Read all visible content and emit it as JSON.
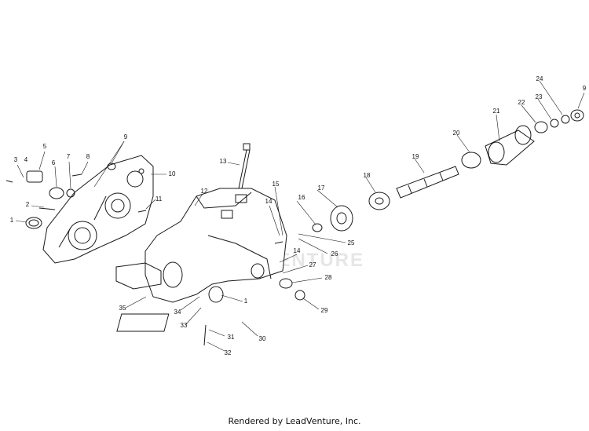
{
  "footer": "Rendered by LeadVenture, Inc.",
  "watermark": "LEADVENTURE",
  "callouts": [
    {
      "label": "1"
    },
    {
      "label": "2"
    },
    {
      "label": "3"
    },
    {
      "label": "4"
    },
    {
      "label": "5"
    },
    {
      "label": "6"
    },
    {
      "label": "7"
    },
    {
      "label": "8"
    },
    {
      "label": "9"
    },
    {
      "label": "9"
    },
    {
      "label": "10"
    },
    {
      "label": "11"
    },
    {
      "label": "12"
    },
    {
      "label": "13"
    },
    {
      "label": "14"
    },
    {
      "label": "14"
    },
    {
      "label": "15"
    },
    {
      "label": "16"
    },
    {
      "label": "17"
    },
    {
      "label": "18"
    },
    {
      "label": "19"
    },
    {
      "label": "20"
    },
    {
      "label": "21"
    },
    {
      "label": "22"
    },
    {
      "label": "23"
    },
    {
      "label": "24"
    },
    {
      "label": "25"
    },
    {
      "label": "26"
    },
    {
      "label": "27"
    },
    {
      "label": "28"
    },
    {
      "label": "29"
    },
    {
      "label": "30"
    },
    {
      "label": "31"
    },
    {
      "label": "32"
    },
    {
      "label": "33"
    },
    {
      "label": "34"
    },
    {
      "label": "35"
    },
    {
      "label": "1"
    }
  ]
}
